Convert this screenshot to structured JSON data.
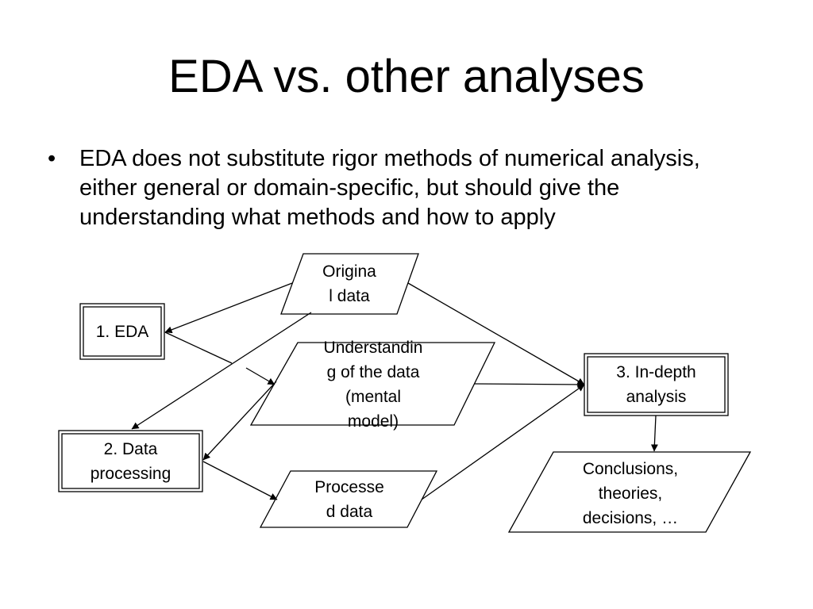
{
  "slide": {
    "title": "EDA vs. other analyses",
    "bullet": "EDA does not substitute rigor methods of numerical analysis, either general or domain-specific, but should give the understanding what methods and how to apply"
  },
  "diagram": {
    "nodes": {
      "original_data": {
        "line1": "Origina",
        "line2": "l data"
      },
      "eda": {
        "line1": "1. EDA"
      },
      "understanding": {
        "line1": "Understandin",
        "line2": "g of the data",
        "line3": "(mental",
        "line4": "model)"
      },
      "indepth": {
        "line1": "3. In-depth",
        "line2": "analysis"
      },
      "processing": {
        "line1": "2. Data",
        "line2": "processing"
      },
      "processed_data": {
        "line1": "Processe",
        "line2": "d data"
      },
      "conclusions": {
        "line1": "Conclusions,",
        "line2": "theories,",
        "line3": "decisions, …"
      }
    }
  }
}
